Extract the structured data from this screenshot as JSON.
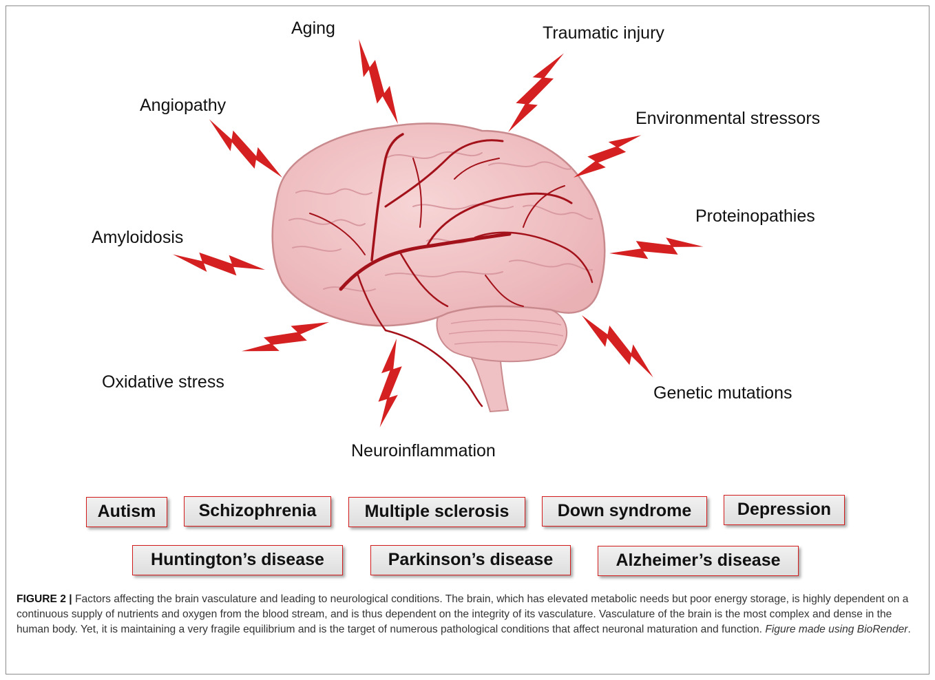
{
  "factors": {
    "aging": "Aging",
    "traumatic_injury": "Traumatic injury",
    "angiopathy": "Angiopathy",
    "environmental_stressors": "Environmental stressors",
    "proteinopathies": "Proteinopathies",
    "amyloidosis": "Amyloidosis",
    "oxidative_stress": "Oxidative stress",
    "genetic_mutations": "Genetic mutations",
    "neuroinflammation": "Neuroinflammation"
  },
  "conditions": {
    "autism": "Autism",
    "schizophrenia": "Schizophrenia",
    "multiple_sclerosis": "Multiple sclerosis",
    "down_syndrome": "Down syndrome",
    "depression": "Depression",
    "huntingtons": "Huntington’s disease",
    "parkinsons": "Parkinson’s disease",
    "alzheimers": "Alzheimer’s disease"
  },
  "caption": {
    "label": "FIGURE 2 |",
    "text": " Factors affecting the brain vasculature and leading to neurological conditions. The brain, which has elevated metabolic needs but poor energy storage, is highly dependent on a continuous supply of nutrients and oxygen from the blood stream, and is thus dependent on the integrity of its vasculature. Vasculature of the brain is the most complex and dense in the human body. Yet, it is maintaining a very fragile equilibrium and is the target of numerous pathological conditions that affect neuronal maturation and function. ",
    "credit": "Figure made using BioRender",
    "end": "."
  },
  "colors": {
    "bolt": "#d42020",
    "brain_fill": "#f2c2c4",
    "brain_outline": "#c98a8e",
    "vessel": "#a3121a",
    "box_border": "#d11a1a"
  }
}
